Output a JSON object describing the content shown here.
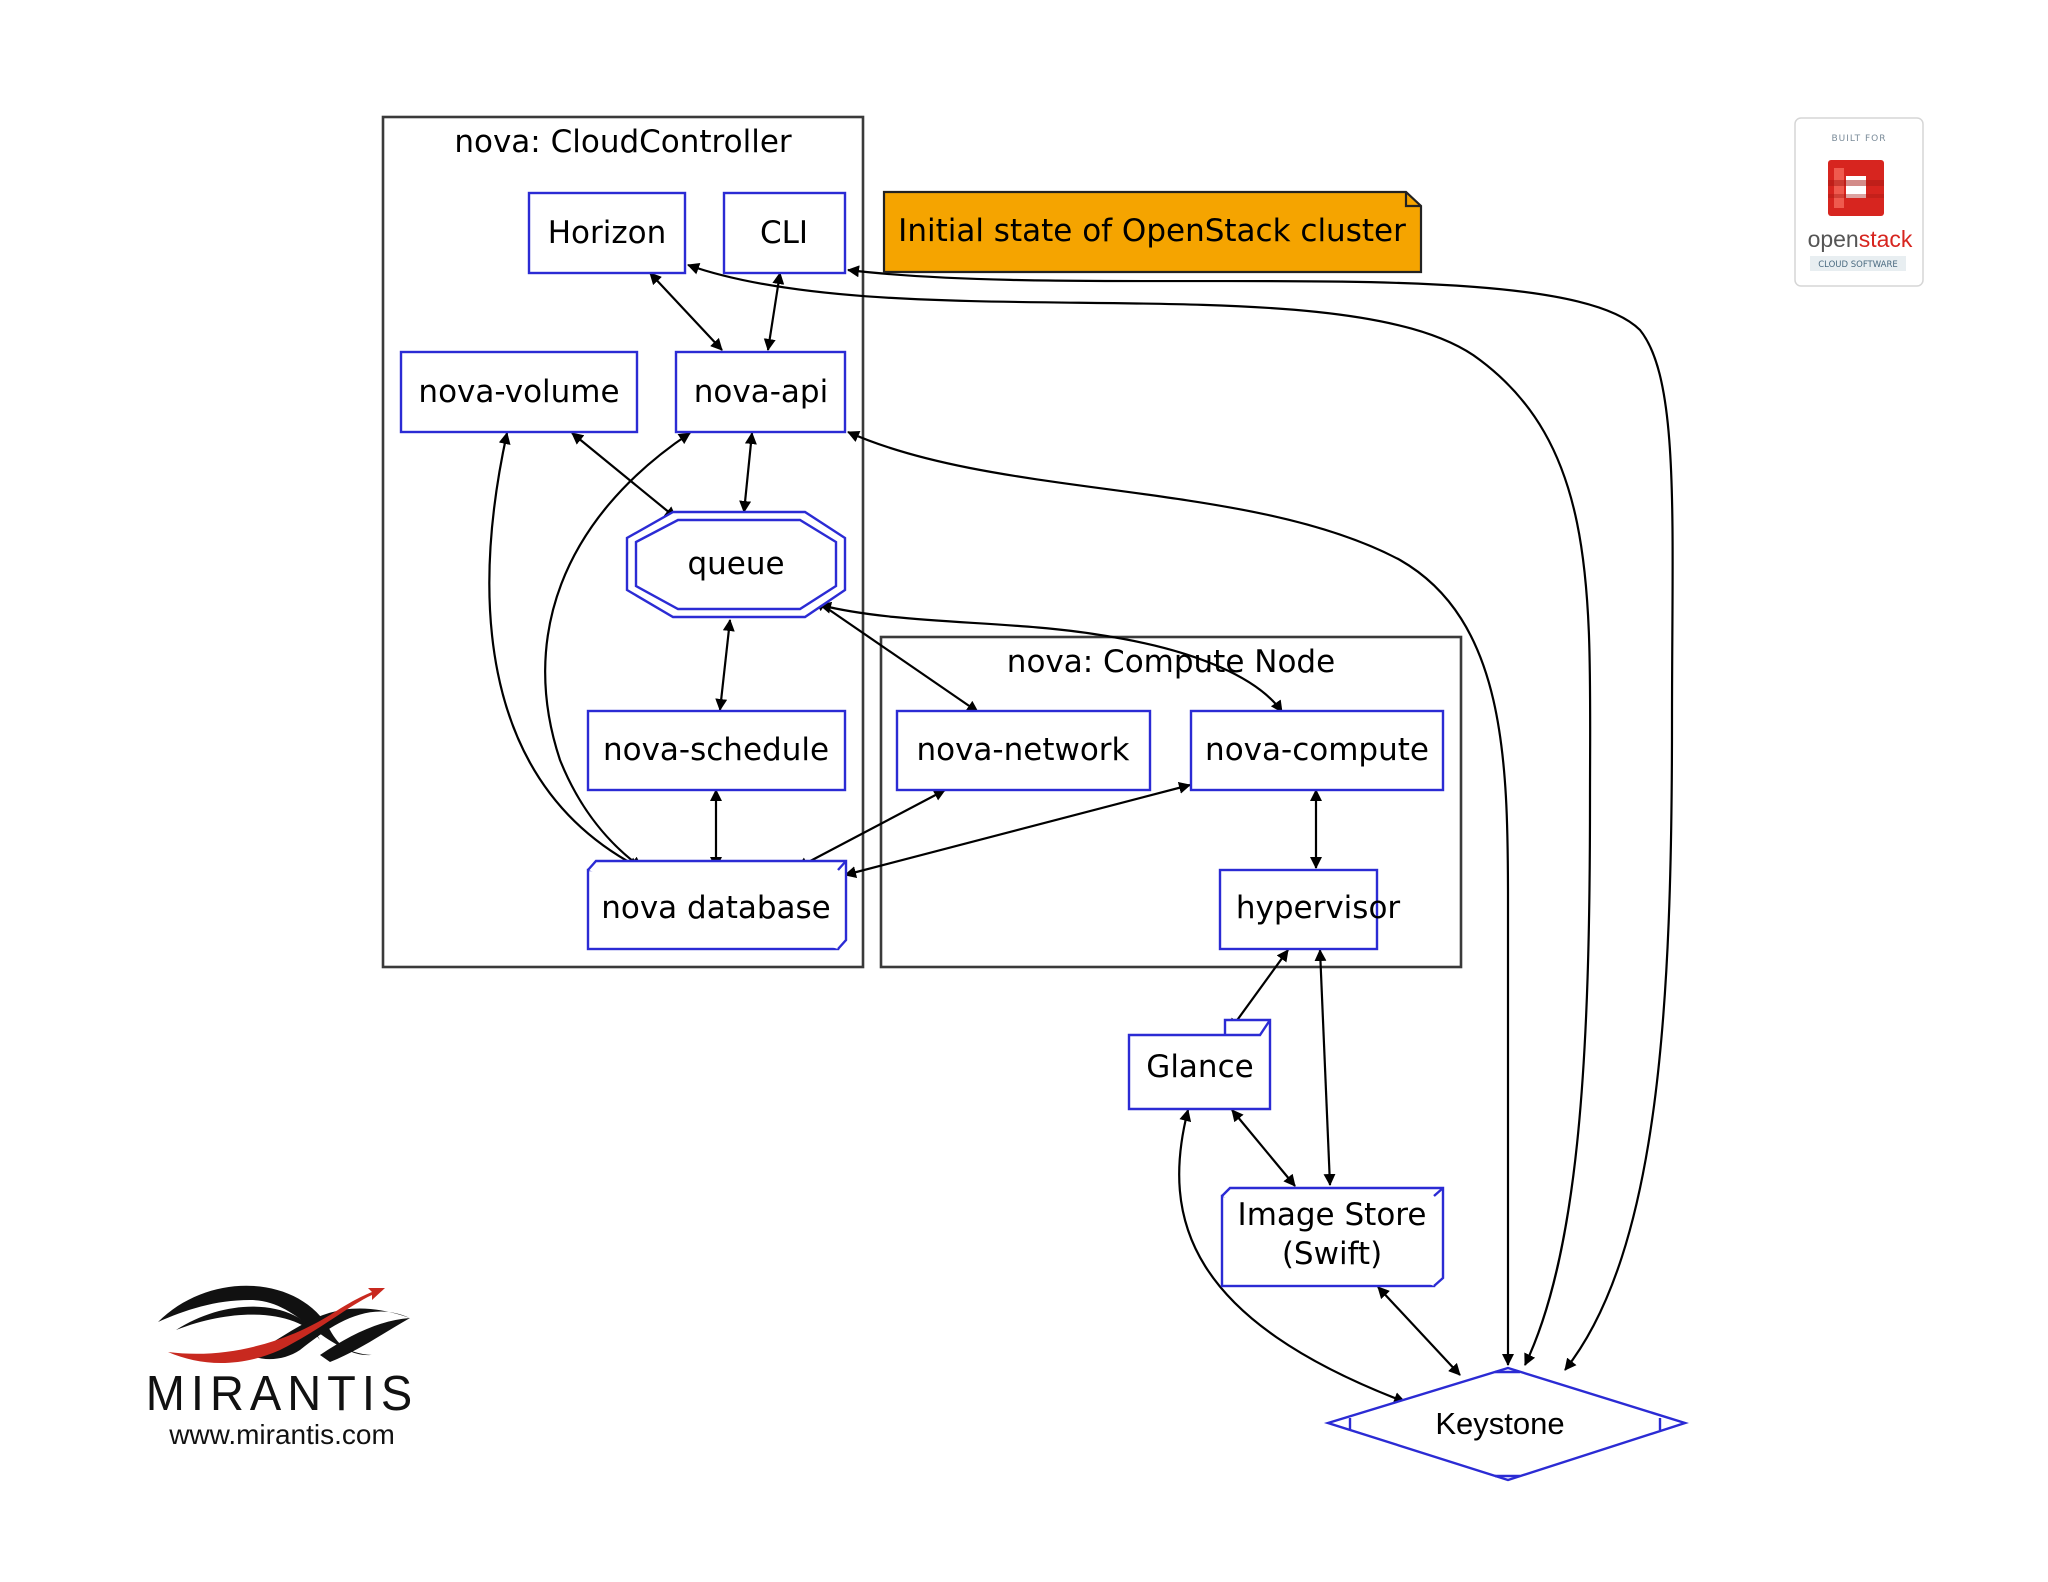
{
  "clusters": {
    "cloud_controller": "nova: CloudController",
    "compute_node": "nova: Compute Node"
  },
  "nodes": {
    "horizon": "Horizon",
    "cli": "CLI",
    "nova_volume": "nova-volume",
    "nova_api": "nova-api",
    "queue": "queue",
    "nova_schedule": "nova-schedule",
    "nova_database": "nova database",
    "nova_network": "nova-network",
    "nova_compute": "nova-compute",
    "hypervisor": "hypervisor",
    "glance": "Glance",
    "image_store_line1": "Image Store",
    "image_store_line2": "(Swift)",
    "keystone": "Keystone"
  },
  "note": "Initial state of OpenStack cluster",
  "logos": {
    "openstack_top": "BUILT FOR",
    "openstack_name_a": "open",
    "openstack_name_b": "stack",
    "openstack_bottom": "CLOUD SOFTWARE",
    "mirantis_name": "MIRANTIS",
    "mirantis_url": "www.mirantis.com"
  },
  "colors": {
    "node_stroke": "#2b2bd4",
    "note_fill": "#f5a400",
    "openstack_red": "#d7251f",
    "mirantis_red": "#c8291f"
  }
}
